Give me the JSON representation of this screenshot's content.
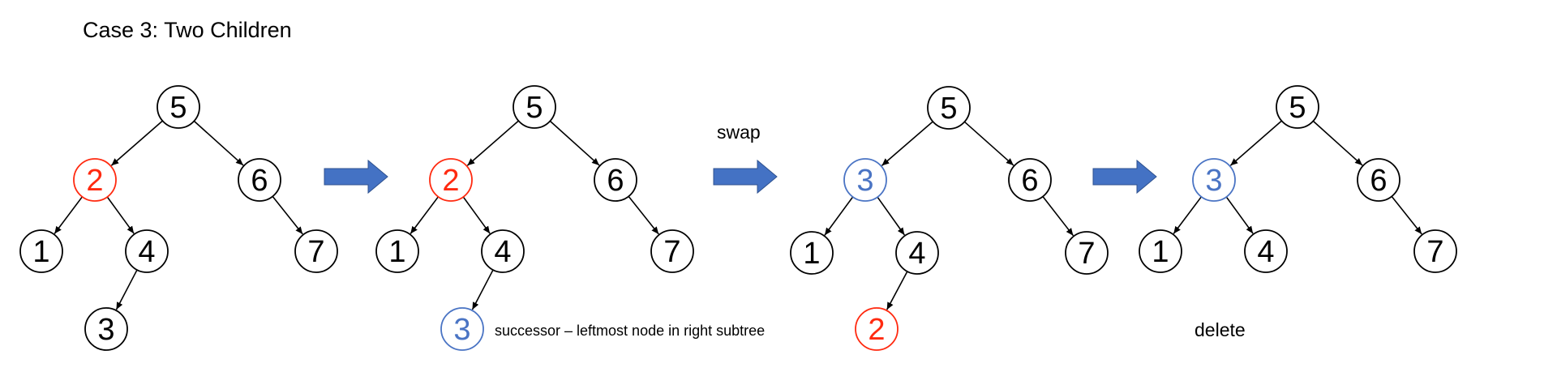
{
  "title": "Case 3: Two Children",
  "colors": {
    "black": "#000000",
    "red": "#ff2a10",
    "blue": "#4a74c4",
    "arrow": "#4472c4"
  },
  "trees": [
    {
      "name": "tree-1-original",
      "nodes": [
        {
          "id": "5",
          "label": "5",
          "color": "black"
        },
        {
          "id": "2",
          "label": "2",
          "color": "red"
        },
        {
          "id": "6",
          "label": "6",
          "color": "black"
        },
        {
          "id": "1",
          "label": "1",
          "color": "black"
        },
        {
          "id": "4",
          "label": "4",
          "color": "black"
        },
        {
          "id": "7",
          "label": "7",
          "color": "black"
        },
        {
          "id": "3",
          "label": "3",
          "color": "black"
        }
      ],
      "edges": [
        [
          "5",
          "2"
        ],
        [
          "5",
          "6"
        ],
        [
          "2",
          "1"
        ],
        [
          "2",
          "4"
        ],
        [
          "6",
          "7"
        ],
        [
          "4",
          "3"
        ]
      ]
    },
    {
      "name": "tree-2-successor",
      "nodes": [
        {
          "id": "5",
          "label": "5",
          "color": "black"
        },
        {
          "id": "2",
          "label": "2",
          "color": "red"
        },
        {
          "id": "6",
          "label": "6",
          "color": "black"
        },
        {
          "id": "1",
          "label": "1",
          "color": "black"
        },
        {
          "id": "4",
          "label": "4",
          "color": "black"
        },
        {
          "id": "7",
          "label": "7",
          "color": "black"
        },
        {
          "id": "3",
          "label": "3",
          "color": "blue"
        }
      ],
      "edges": [
        [
          "5",
          "2"
        ],
        [
          "5",
          "6"
        ],
        [
          "2",
          "1"
        ],
        [
          "2",
          "4"
        ],
        [
          "6",
          "7"
        ],
        [
          "4",
          "3"
        ]
      ]
    },
    {
      "name": "tree-3-swapped",
      "nodes": [
        {
          "id": "5",
          "label": "5",
          "color": "black"
        },
        {
          "id": "3",
          "label": "3",
          "color": "blue"
        },
        {
          "id": "6",
          "label": "6",
          "color": "black"
        },
        {
          "id": "1",
          "label": "1",
          "color": "black"
        },
        {
          "id": "4",
          "label": "4",
          "color": "black"
        },
        {
          "id": "7",
          "label": "7",
          "color": "black"
        },
        {
          "id": "2",
          "label": "2",
          "color": "red"
        }
      ],
      "edges": [
        [
          "5",
          "3"
        ],
        [
          "5",
          "6"
        ],
        [
          "3",
          "1"
        ],
        [
          "3",
          "4"
        ],
        [
          "6",
          "7"
        ],
        [
          "4",
          "2"
        ]
      ]
    },
    {
      "name": "tree-4-deleted",
      "nodes": [
        {
          "id": "5",
          "label": "5",
          "color": "black"
        },
        {
          "id": "3",
          "label": "3",
          "color": "blue"
        },
        {
          "id": "6",
          "label": "6",
          "color": "black"
        },
        {
          "id": "1",
          "label": "1",
          "color": "black"
        },
        {
          "id": "4",
          "label": "4",
          "color": "black"
        },
        {
          "id": "7",
          "label": "7",
          "color": "black"
        }
      ],
      "edges": [
        [
          "5",
          "3"
        ],
        [
          "5",
          "6"
        ],
        [
          "3",
          "1"
        ],
        [
          "3",
          "4"
        ],
        [
          "6",
          "7"
        ]
      ]
    }
  ],
  "arrows": [
    {
      "name": "arrow-1"
    },
    {
      "name": "arrow-2",
      "label": "swap"
    },
    {
      "name": "arrow-3"
    }
  ],
  "notes": {
    "successor": "successor – leftmost node in right subtree",
    "delete": "delete"
  }
}
